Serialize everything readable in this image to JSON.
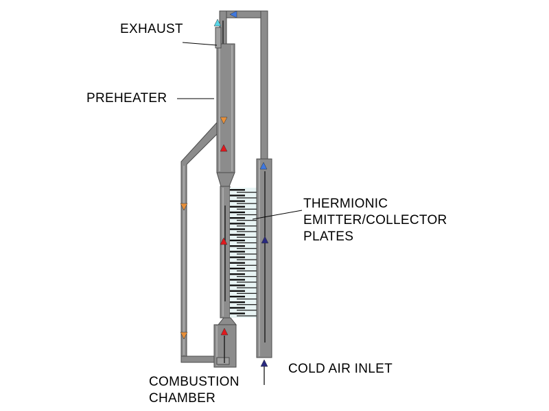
{
  "labels": {
    "exhaust": "EXHAUST",
    "preheater": "PREHEATER",
    "thermionic_line1": "THERMIONIC",
    "thermionic_line2": "EMITTER/COLLECTOR",
    "thermionic_line3": "PLATES",
    "cold_air_inlet": "COLD AIR INLET",
    "combustion_line1": "COMBUSTION",
    "combustion_line2": "CHAMBER"
  },
  "colors": {
    "pipe_fill": "#8c8c8c",
    "pipe_outline": "#4a4a4a",
    "plate_dark": "#111111",
    "plate_light": "#e8f4f4",
    "arrow_hot": "#e0191e",
    "arrow_warm": "#e8903a",
    "arrow_cool": "#3f78e0",
    "arrow_cold": "#2a2a80",
    "arrow_exhaust": "#59d6e8"
  }
}
